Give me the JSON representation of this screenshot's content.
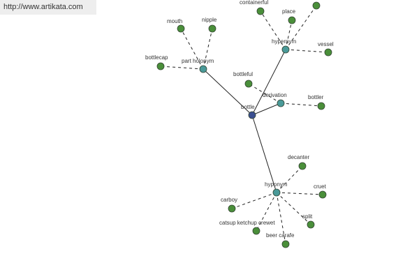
{
  "watermark_url": "http://www.artikata.com",
  "colors": {
    "center": "#3b4f91",
    "relation": "#4a9a99",
    "leaf": "#4a8f3a",
    "node_stroke": "#334433",
    "edge": "#222222"
  },
  "center": {
    "label": "bottle"
  },
  "relations": [
    {
      "label": "hypernym"
    },
    {
      "label": "part holonym"
    },
    {
      "label": "derivation"
    },
    {
      "label": "hyponym"
    }
  ],
  "leaves": [
    {
      "label": "containerful",
      "relation": "hypernym"
    },
    {
      "label": "place",
      "relation": "hypernym"
    },
    {
      "label": "",
      "relation": "hypernym"
    },
    {
      "label": "vessel",
      "relation": "hypernym"
    },
    {
      "label": "mouth",
      "relation": "part holonym"
    },
    {
      "label": "nipple",
      "relation": "part holonym"
    },
    {
      "label": "bottlecap",
      "relation": "part holonym"
    },
    {
      "label": "bottleful",
      "relation": "derivation"
    },
    {
      "label": "bottler",
      "relation": "derivation"
    },
    {
      "label": "decanter",
      "relation": "hyponym"
    },
    {
      "label": "cruet",
      "relation": "hyponym"
    },
    {
      "label": "carboy",
      "relation": "hyponym"
    },
    {
      "label": "split",
      "relation": "hyponym"
    },
    {
      "label": "catsup ketchup crewet",
      "relation": "hyponym"
    },
    {
      "label": "beer carafe",
      "relation": "hyponym"
    }
  ]
}
